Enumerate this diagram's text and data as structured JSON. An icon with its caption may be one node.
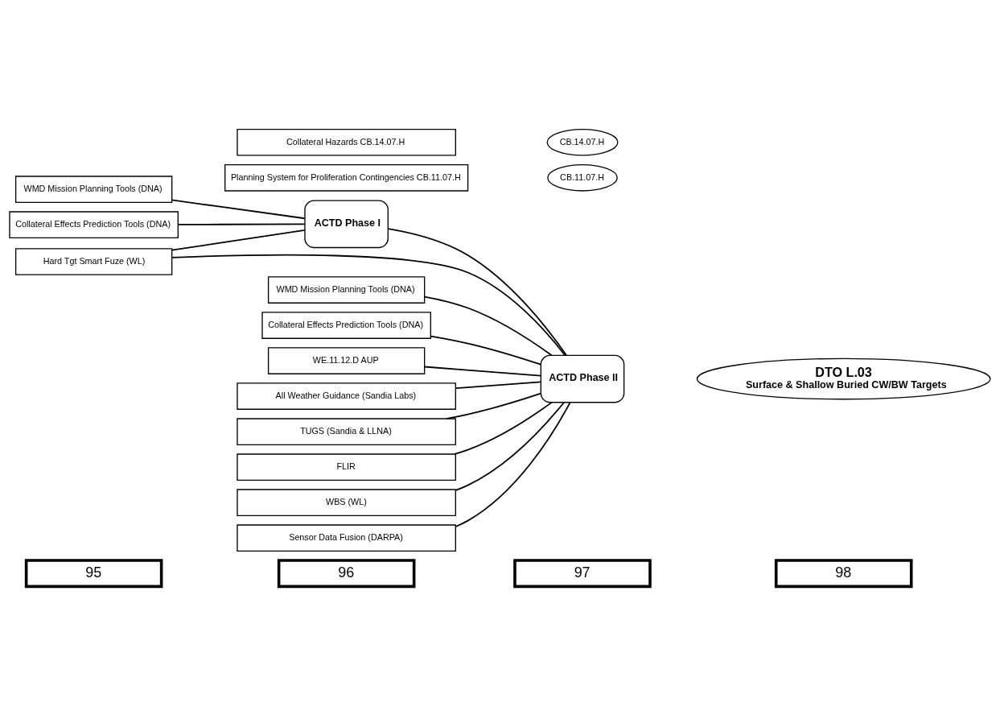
{
  "diagram": {
    "nodes": [
      {
        "text": [
          "95"
        ]
      },
      {
        "text": [
          "96"
        ]
      },
      {
        "text": [
          "97"
        ]
      },
      {
        "text": [
          "98"
        ]
      },
      {
        "text": [
          "WMD Mission Planning Tools (DNA)"
        ]
      },
      {
        "text": [
          "Collateral Effects Prediction Tools (DNA)"
        ]
      },
      {
        "text": [
          "Hard Tgt Smart Fuze (WL)"
        ]
      },
      {
        "text": [
          "ACTD Phase I"
        ]
      },
      {
        "text": [
          "WMD Mission Planning Tools (DNA)"
        ]
      },
      {
        "text": [
          "Collateral Effects Prediction Tools (DNA)"
        ]
      },
      {
        "text": [
          "WE.11.12.D AUP"
        ]
      },
      {
        "text": [
          "All Weather Guidance (Sandia Labs)"
        ]
      },
      {
        "text": [
          "TUGS (Sandia & LLNA)"
        ]
      },
      {
        "text": [
          "FLIR"
        ]
      },
      {
        "text": [
          "WBS (WL)"
        ]
      },
      {
        "text": [
          "Sensor Data Fusion (DARPA)"
        ]
      },
      {
        "text": [
          "ACTD Phase II"
        ]
      },
      {
        "text": [
          "DTO L.03",
          "Surface & Shallow Buried CW/BW Targets"
        ]
      },
      {
        "text": [
          "Planning System for Proliferation Contingencies CB.11.07.H"
        ]
      },
      {
        "text": [
          "CB.11.07.H"
        ]
      },
      {
        "text": [
          "Collateral Hazards CB.14.07.H"
        ]
      },
      {
        "text": [
          "CB.14.07.H"
        ]
      }
    ],
    "edges": [
      {
        "from": 4,
        "to": 7,
        "arrow": "none"
      },
      {
        "from": 5,
        "to": 7,
        "arrow": "none"
      },
      {
        "from": 6,
        "to": 7,
        "arrow": "none"
      },
      {
        "from": 7,
        "to": 16,
        "arrow": "none"
      },
      {
        "from": 6,
        "to": 16,
        "arrow": "none"
      },
      {
        "from": 8,
        "to": 16,
        "arrow": "none"
      },
      {
        "from": 9,
        "to": 16,
        "arrow": "none"
      },
      {
        "from": 10,
        "to": 16,
        "arrow": "none"
      },
      {
        "from": 11,
        "to": 16,
        "arrow": "none"
      },
      {
        "from": 12,
        "to": 16,
        "arrow": "none"
      },
      {
        "from": 13,
        "to": 16,
        "arrow": "none"
      },
      {
        "from": 14,
        "to": 16,
        "arrow": "none"
      },
      {
        "from": 15,
        "to": 16,
        "arrow": "none"
      }
    ]
  }
}
